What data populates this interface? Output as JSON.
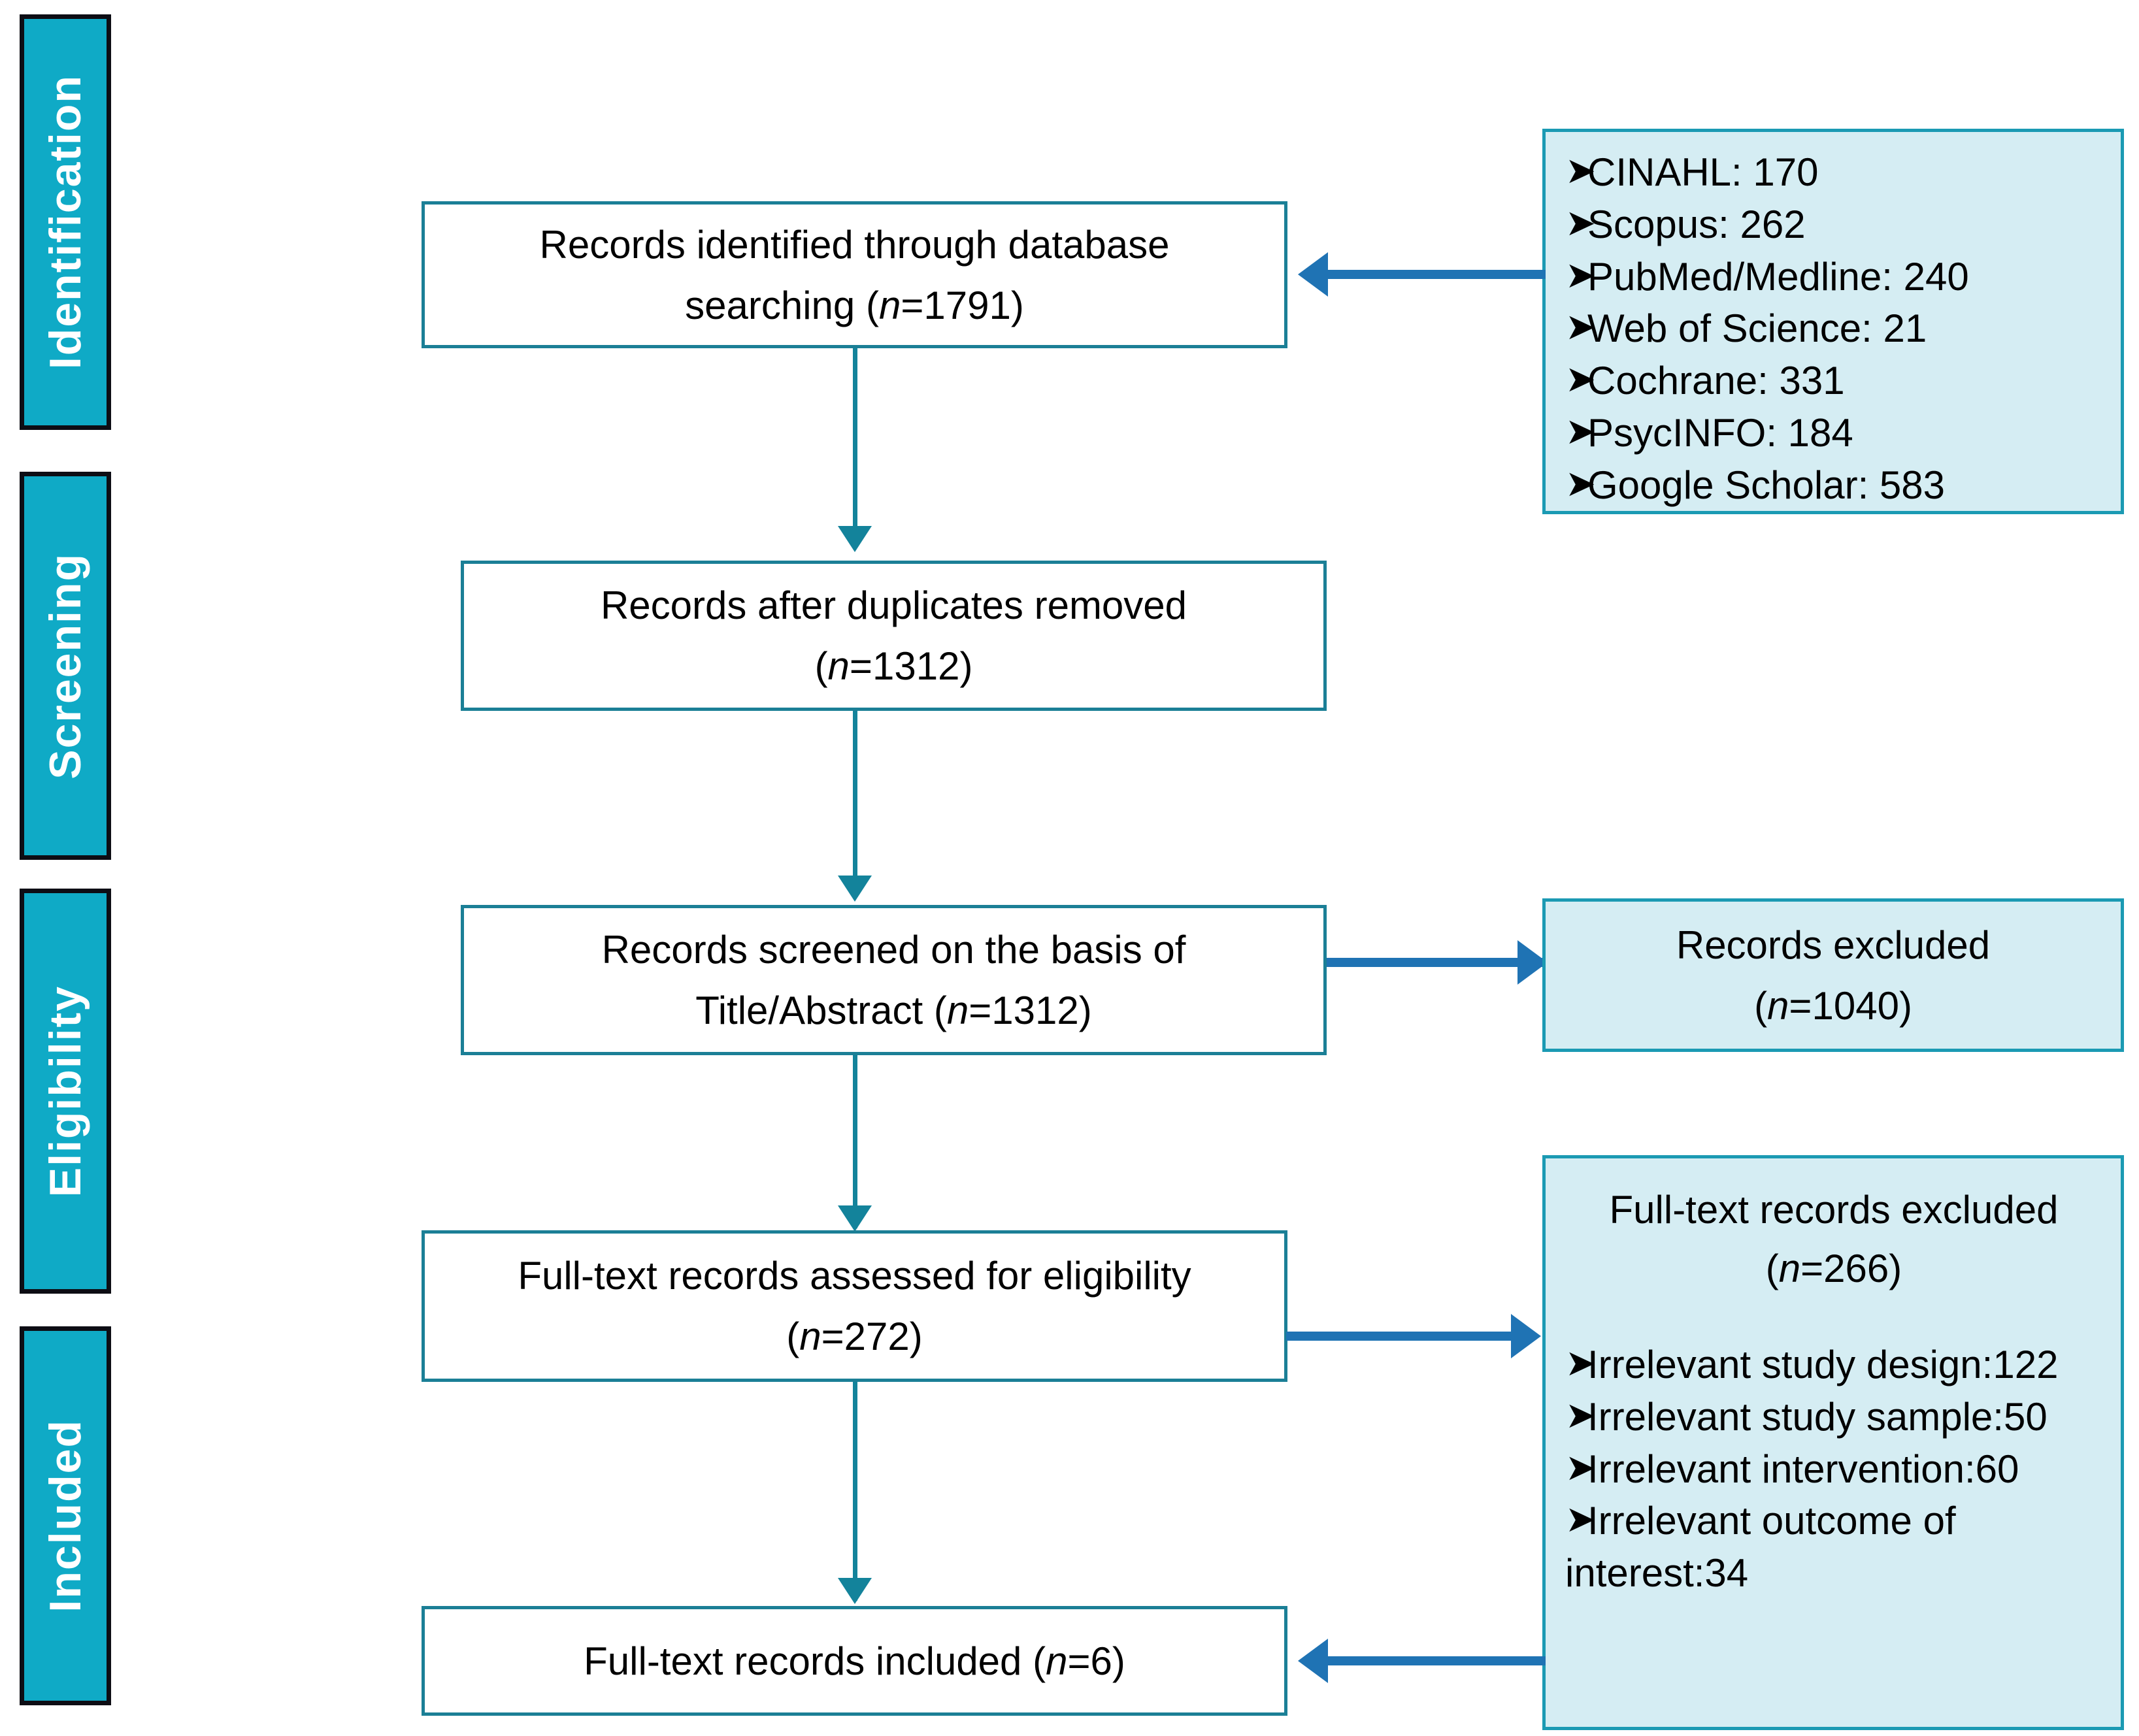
{
  "diagram": {
    "type": "prisma-flow-diagram",
    "stages": [
      {
        "id": "identification",
        "label": "Identification"
      },
      {
        "id": "screening",
        "label": "Screening"
      },
      {
        "id": "eligibility",
        "label": "Eligibility"
      },
      {
        "id": "included",
        "label": "Included"
      }
    ],
    "nodes": {
      "identified": {
        "line1": "Records identified through database",
        "line2_pre": "searching (",
        "line2_it": "n",
        "line2_post": "=1791)"
      },
      "duplicates_removed": {
        "line1": "Records after duplicates removed",
        "line2_pre": "(",
        "line2_it": "n",
        "line2_post": "=1312)"
      },
      "screened": {
        "line1": "Records screened on the basis of",
        "line2_pre": "Title/Abstract (",
        "line2_it": "n",
        "line2_post": "=1312)"
      },
      "records_excluded": {
        "line1": "Records excluded",
        "line2_pre": "(",
        "line2_it": "n",
        "line2_post": "=1040)"
      },
      "fulltext_assessed": {
        "line1": "Full-text records assessed for eligibility",
        "line2_pre": "(",
        "line2_it": "n",
        "line2_post": "=272)"
      },
      "fulltext_included": {
        "line1_pre": "Full-text records included (",
        "line1_it": "n",
        "line1_post": "=6)"
      }
    },
    "databases_panel": {
      "bullet_glyph": "➤",
      "items": [
        "CINAHL: 170",
        "Scopus: 262",
        "PubMed/Medline: 240",
        "Web of Science: 21",
        "Cochrane: 331",
        "PsycINFO: 184",
        "Google Scholar: 583"
      ]
    },
    "fulltext_excluded_panel": {
      "title_line1": "Full-text records excluded",
      "title_line2_pre": "(",
      "title_line2_it": "n",
      "title_line2_post": "=266)",
      "bullet_glyph": "➤",
      "items": [
        "Irrelevant study design:122",
        "Irrelevant study sample:50",
        "Irrelevant intervention:60",
        "Irrelevant outcome of interest:34"
      ]
    },
    "colors": {
      "stage_band_fill": "#0FAAC6",
      "stage_band_border": "#0d0d14",
      "box_border": "#1b7f96",
      "shaded_box_fill": "#D5EDF3",
      "vertical_arrow": "#13839B",
      "horizontal_arrow": "#1f73b4",
      "text": "#000000",
      "background": "#ffffff"
    }
  }
}
